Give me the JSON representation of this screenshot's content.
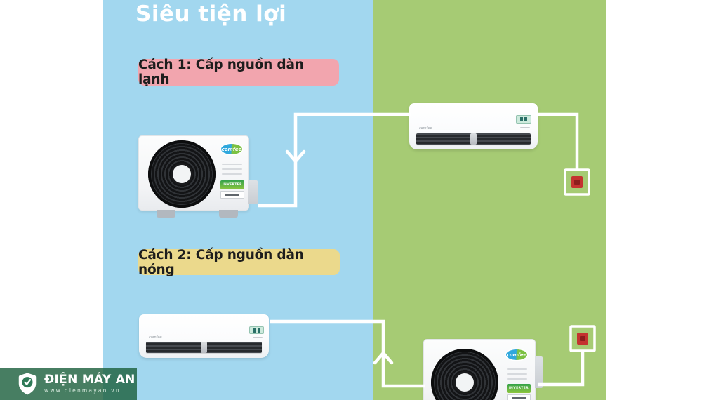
{
  "title": "Siêu tiện lợi",
  "methods": {
    "method1": "Cách 1: Cấp nguồn dàn lạnh",
    "method2": "Cách 2: Cấp nguồn dàn nóng"
  },
  "unit_brand": "comfee",
  "inverter_label": "INVERTER",
  "footer": {
    "brand": "ĐIỆN MÁY AN",
    "website": "www.dienmayan.vn"
  },
  "colors": {
    "left_panel": "#a2d7ef",
    "right_panel": "#a6cb74",
    "method1_badge": "#f2a5ae",
    "method2_badge": "#ebd98c",
    "wire": "#ffffff",
    "outlet_red": "#c43330",
    "footer_band": "#2e7a57"
  }
}
